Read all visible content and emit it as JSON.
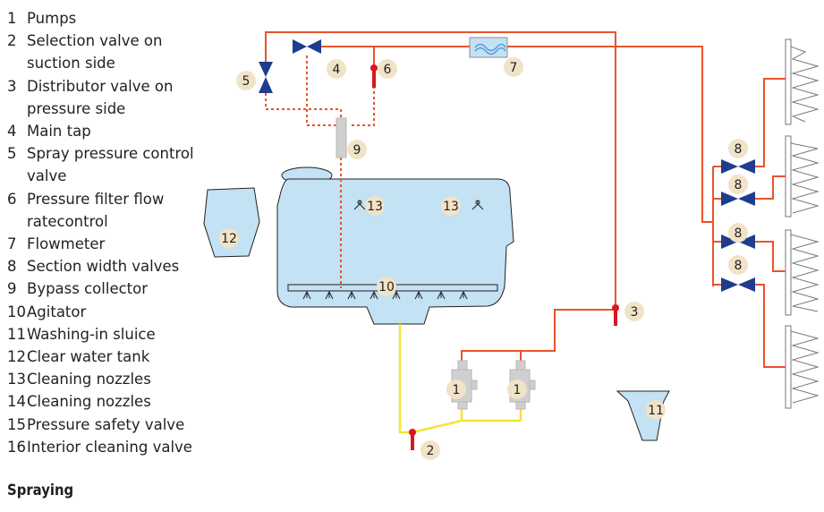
{
  "legend": [
    {
      "num": "1",
      "text": "Pumps"
    },
    {
      "num": "2",
      "text": "Selection valve on"
    },
    {
      "num": "",
      "text": "suction side"
    },
    {
      "num": "3",
      "text": "Distributor valve on"
    },
    {
      "num": "",
      "text": "pressure side"
    },
    {
      "num": "4",
      "text": "Main tap"
    },
    {
      "num": "5",
      "text": "Spray pressure control"
    },
    {
      "num": "",
      "text": "valve"
    },
    {
      "num": "6",
      "text": "Pressure filter flow"
    },
    {
      "num": "",
      "text": "ratecontrol"
    },
    {
      "num": "7",
      "text": "Flowmeter"
    },
    {
      "num": "8",
      "text": "Section width valves"
    },
    {
      "num": "9",
      "text": "Bypass collector"
    },
    {
      "num": "10",
      "text": "Agitator"
    },
    {
      "num": "11",
      "text": "Washing-in sluice"
    },
    {
      "num": "12",
      "text": "Clear water tank"
    },
    {
      "num": "13",
      "text": "Cleaning nozzles"
    },
    {
      "num": "14",
      "text": "Cleaning nozzles"
    },
    {
      "num": "15",
      "text": "Pressure safety valve"
    },
    {
      "num": "16",
      "text": "Interior cleaning valve"
    }
  ],
  "title": "Spraying",
  "badges": {
    "pump_left": "1",
    "pump_right": "1",
    "selection_valve": "2",
    "distributor_valve": "3",
    "main_tap": "4",
    "pressure_control": "5",
    "pressure_filter": "6",
    "flowmeter": "7",
    "section_1": "8",
    "section_2": "8",
    "section_3": "8",
    "section_4": "8",
    "bypass": "9",
    "agitator": "10",
    "washing_sluice": "11",
    "clear_water": "12",
    "nozzle_left": "13",
    "nozzle_right": "13"
  },
  "colors": {
    "pressure_line": "#e8542b",
    "suction_line": "#f4e433",
    "tank_fill": "#c3e2f3",
    "valve": "#1f3d8e",
    "red_valve": "#d6181f",
    "badge": "#f1e3c8"
  }
}
